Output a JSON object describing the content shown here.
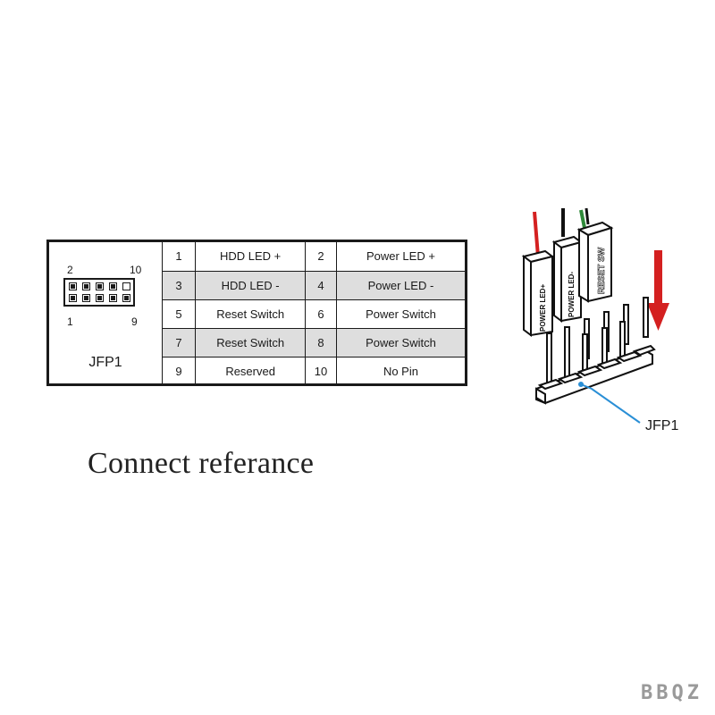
{
  "header": {
    "top_left_num": "2",
    "top_right_num": "10",
    "bottom_left_num": "1",
    "bottom_right_num": "9",
    "name": "JFP1"
  },
  "pins": [
    {
      "n1": "1",
      "s1": "HDD LED +",
      "n2": "2",
      "s2": "Power LED +"
    },
    {
      "n1": "3",
      "s1": "HDD LED -",
      "n2": "4",
      "s2": "Power LED -"
    },
    {
      "n1": "5",
      "s1": "Reset Switch",
      "n2": "6",
      "s2": "Power Switch"
    },
    {
      "n1": "7",
      "s1": "Reset Switch",
      "n2": "8",
      "s2": "Power Switch"
    },
    {
      "n1": "9",
      "s1": "Reserved",
      "n2": "10",
      "s2": "No Pin"
    }
  ],
  "caption": "Connect referance",
  "illustration": {
    "plug_labels": [
      "POWER LED+",
      "POWER LED-",
      "RESET SW"
    ],
    "header_label": "JFP1",
    "arrow_color": "#d42020",
    "wire_colors": [
      "#d42020",
      "#111111",
      "#2f8a3a"
    ],
    "pointer_color": "#2a8fd6"
  },
  "watermark": "BBQZ"
}
